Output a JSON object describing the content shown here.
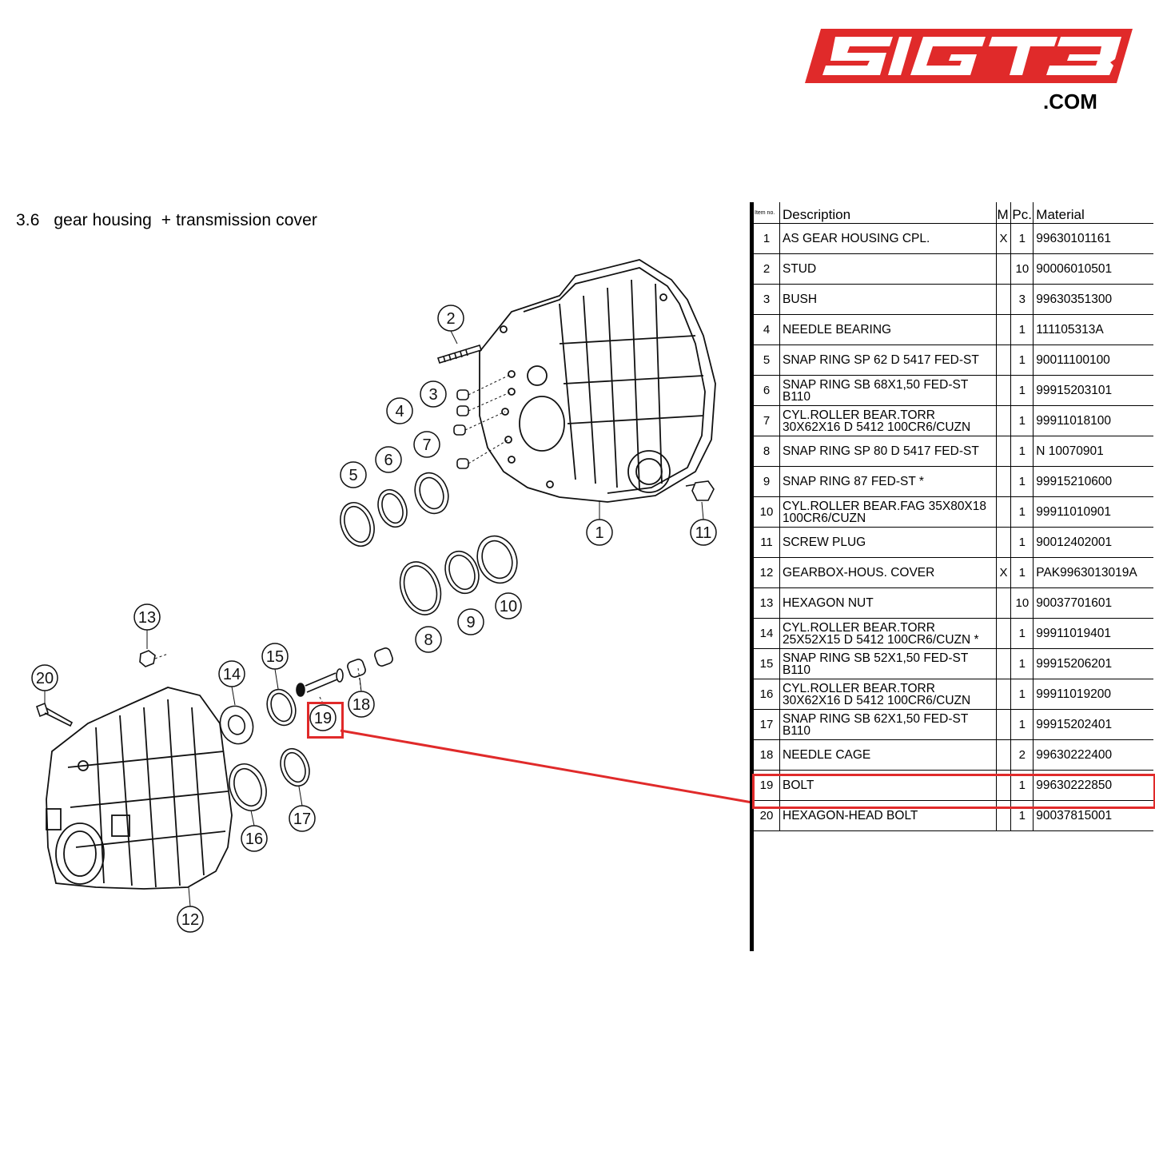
{
  "logo": {
    "text": "SIGT3",
    "suffix": ".COM",
    "brand_color": "#e02a2a"
  },
  "section": {
    "number": "3.6",
    "title": "gear housing  + transmission cover"
  },
  "table": {
    "headers": {
      "item": "Item no.",
      "description": "Description",
      "m": "M",
      "pc": "Pc.",
      "material": "Material"
    },
    "rows": [
      {
        "item": "1",
        "description": "AS GEAR HOUSING CPL.",
        "m": "X",
        "pc": "1",
        "material": "99630101161"
      },
      {
        "item": "2",
        "description": "STUD",
        "m": "",
        "pc": "10",
        "material": "90006010501"
      },
      {
        "item": "3",
        "description": "BUSH",
        "m": "",
        "pc": "3",
        "material": "99630351300"
      },
      {
        "item": "4",
        "description": "NEEDLE BEARING",
        "m": "",
        "pc": "1",
        "material": "111105313A"
      },
      {
        "item": "5",
        "description": "SNAP RING SP 62 D 5417 FED-ST",
        "m": "",
        "pc": "1",
        "material": "90011100100"
      },
      {
        "item": "6",
        "description": "SNAP RING SB 68X1,50 FED-ST B110",
        "m": "",
        "pc": "1",
        "material": "99915203101"
      },
      {
        "item": "7",
        "description": "CYL.ROLLER BEAR.TORR 30X62X16 D 5412 100CR6/CUZN",
        "m": "",
        "pc": "1",
        "material": "99911018100"
      },
      {
        "item": "8",
        "description": "SNAP RING SP 80 D 5417 FED-ST",
        "m": "",
        "pc": "1",
        "material": "N  10070901"
      },
      {
        "item": "9",
        "description": "SNAP RING 87 FED-ST *",
        "m": "",
        "pc": "1",
        "material": "99915210600"
      },
      {
        "item": "10",
        "description": "CYL.ROLLER BEAR.FAG 35X80X18 100CR6/CUZN",
        "m": "",
        "pc": "1",
        "material": "99911010901"
      },
      {
        "item": "11",
        "description": "SCREW PLUG",
        "m": "",
        "pc": "1",
        "material": "90012402001"
      },
      {
        "item": "12",
        "description": "GEARBOX-HOUS. COVER",
        "m": "X",
        "pc": "1",
        "material": "PAK9963013019A"
      },
      {
        "item": "13",
        "description": "HEXAGON NUT",
        "m": "",
        "pc": "10",
        "material": "90037701601"
      },
      {
        "item": "14",
        "description": "CYL.ROLLER BEAR.TORR 25X52X15 D 5412 100CR6/CUZN *",
        "m": "",
        "pc": "1",
        "material": "99911019401"
      },
      {
        "item": "15",
        "description": "SNAP RING SB 52X1,50 FED-ST B110",
        "m": "",
        "pc": "1",
        "material": "99915206201"
      },
      {
        "item": "16",
        "description": "CYL.ROLLER BEAR.TORR 30X62X16 D 5412 100CR6/CUZN",
        "m": "",
        "pc": "1",
        "material": "99911019200"
      },
      {
        "item": "17",
        "description": "SNAP RING SB 62X1,50 FED-ST B110",
        "m": "",
        "pc": "1",
        "material": "99915202401"
      },
      {
        "item": "18",
        "description": "NEEDLE CAGE",
        "m": "",
        "pc": "2",
        "material": "99630222400"
      },
      {
        "item": "19",
        "description": "BOLT",
        "m": "",
        "pc": "1",
        "material": "99630222850"
      },
      {
        "item": "20",
        "description": "HEXAGON-HEAD BOLT",
        "m": "",
        "pc": "1",
        "material": "90037815001"
      }
    ],
    "highlighted_item": "19"
  },
  "diagram": {
    "callouts": [
      "1",
      "2",
      "3",
      "4",
      "5",
      "6",
      "7",
      "8",
      "9",
      "10",
      "11",
      "12",
      "13",
      "14",
      "15",
      "16",
      "17",
      "18",
      "19",
      "20"
    ],
    "highlight_color": "#e02a2a"
  }
}
